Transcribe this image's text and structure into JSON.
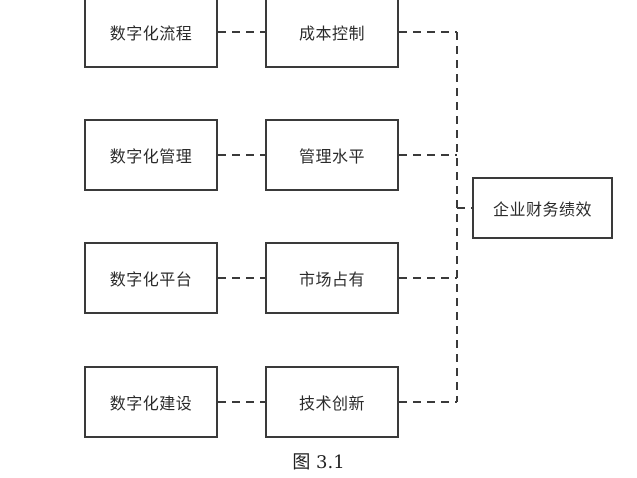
{
  "diagram": {
    "rows": [
      {
        "factor": "数字化流程",
        "path": "成本控制"
      },
      {
        "factor": "数字化管理",
        "path": "管理水平"
      },
      {
        "factor": "数字化平台",
        "path": "市场占有"
      },
      {
        "factor": "数字化建设",
        "path": "技术创新"
      }
    ],
    "outcome": "企业财务绩效",
    "caption": "图 3.1",
    "colors": {
      "stroke": "#3a3a3a",
      "text": "#2b2b2b",
      "background": "#ffffff"
    }
  }
}
